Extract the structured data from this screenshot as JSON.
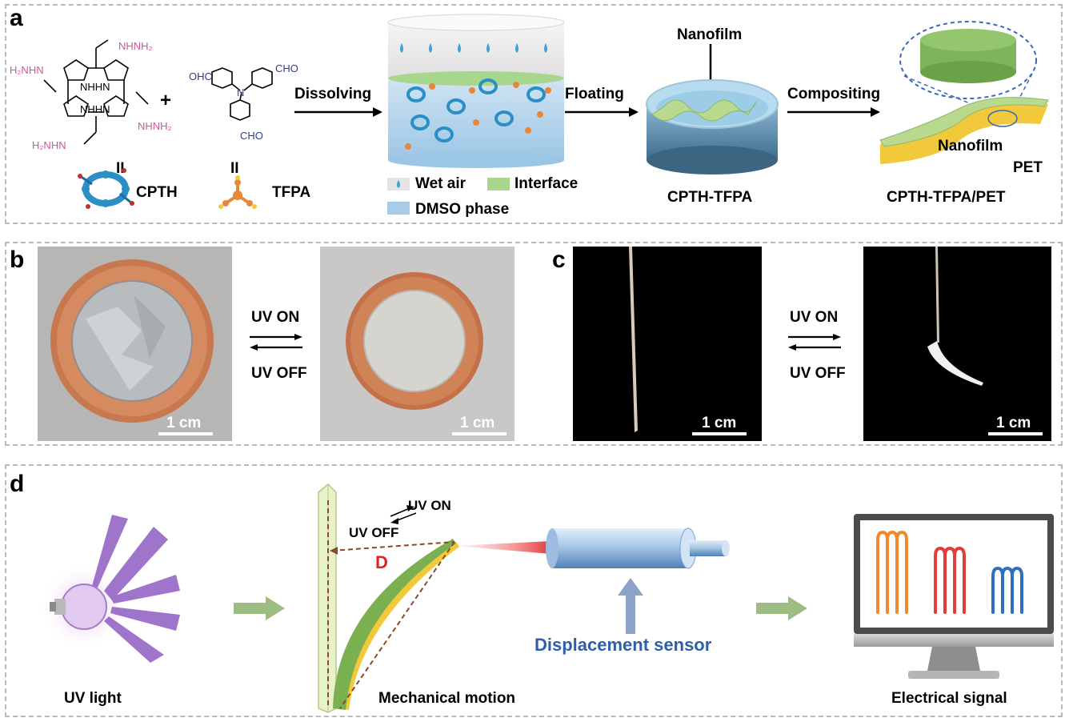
{
  "panels": {
    "a": {
      "label": "a",
      "chem": {
        "h2nhn": "H₂NHN",
        "nhnh2_1": "NHNH₂",
        "nhnh2_2": "NHNH₂",
        "h2nhn_2": "H₂NHN",
        "nhhn1": "NHHN",
        "nhhn2": "NHHN",
        "ohc1": "OHC",
        "cho1": "CHO",
        "cho2": "CHO",
        "n": "N",
        "plus": "+",
        "eq1": "II",
        "eq2": "II"
      },
      "monomer1": "CPTH",
      "monomer2": "TFPA",
      "step1": "Dissolving",
      "step2": "Floating",
      "step3": "Compositing",
      "legend": {
        "wet_air": "Wet air",
        "interface": "Interface",
        "dmso": "DMSO phase"
      },
      "nanofilm_top": "Nanofilm",
      "product1": "CPTH-TFPA",
      "nanofilm_side": "Nanofilm",
      "pet": "PET",
      "product2": "CPTH-TFPA/PET"
    },
    "b": {
      "label": "b",
      "uv_on": "UV ON",
      "uv_off": "UV OFF",
      "scale1": "1 cm",
      "scale2": "1 cm"
    },
    "c": {
      "label": "c",
      "uv_on": "UV ON",
      "uv_off": "UV OFF",
      "scale1": "1 cm",
      "scale2": "1 cm"
    },
    "d": {
      "label": "d",
      "uv_light": "UV light",
      "uv_on": "UV ON",
      "uv_off": "UV OFF",
      "d_mark": "D",
      "mechanical": "Mechanical motion",
      "sensor": "Displacement sensor",
      "electrical": "Electrical signal"
    }
  },
  "colors": {
    "cpth": "#2b8fc6",
    "tfpa": "#e8873a",
    "pink_text": "#d0559a",
    "blue_text": "#2b3d9a",
    "sensor_text": "#2f5fa8"
  }
}
